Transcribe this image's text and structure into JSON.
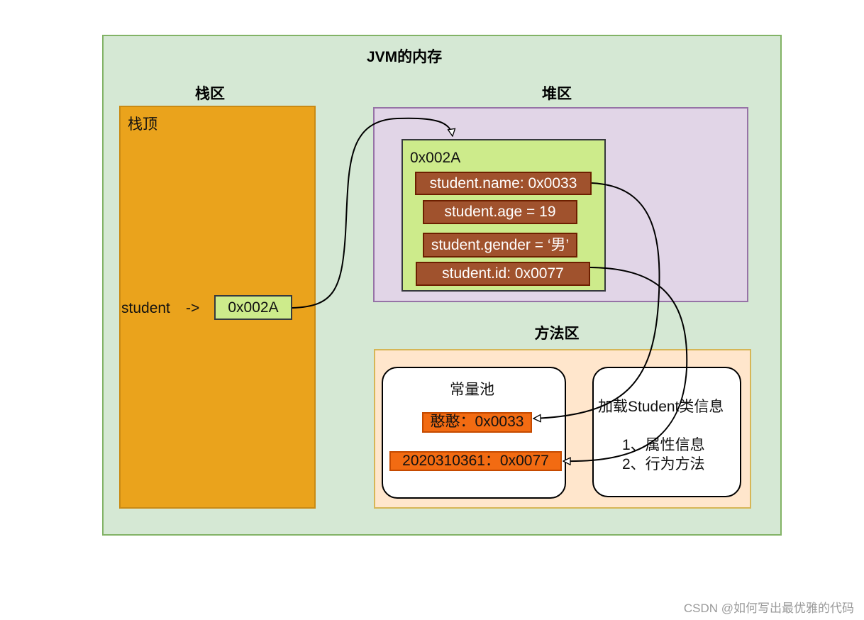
{
  "titles": {
    "jvm_memory": "JVM的内存",
    "stack_area": "栈区",
    "heap_area": "堆区",
    "method_area": "方法区"
  },
  "stack": {
    "top_label": "栈顶",
    "variable_name": "student",
    "arrow": "->",
    "reference": "0x002A"
  },
  "heap": {
    "object_address": "0x002A",
    "fields": [
      "student.name:   0x0033",
      "student.age = 19",
      "student.gender = ‘男’",
      "student.id:   0x0077"
    ]
  },
  "method_area": {
    "constant_pool": {
      "title": "常量池",
      "items": [
        "憨憨：0x0033",
        "2020310361：0x0077"
      ]
    },
    "class_info": {
      "title": "加载Student类信息",
      "lines": [
        "1、属性信息",
        "2、行为方法"
      ]
    }
  },
  "colors": {
    "jvm_bg": "#d5e8d4",
    "stack_bg": "#eaa31c",
    "heap_bg": "#e1d5e7",
    "method_bg": "#ffe6cc",
    "object_bg": "#cdeb8b",
    "field_bg": "#a0522d",
    "pool_item_bg": "#f26b12"
  },
  "watermark": "CSDN @如何写出最优雅的代码"
}
